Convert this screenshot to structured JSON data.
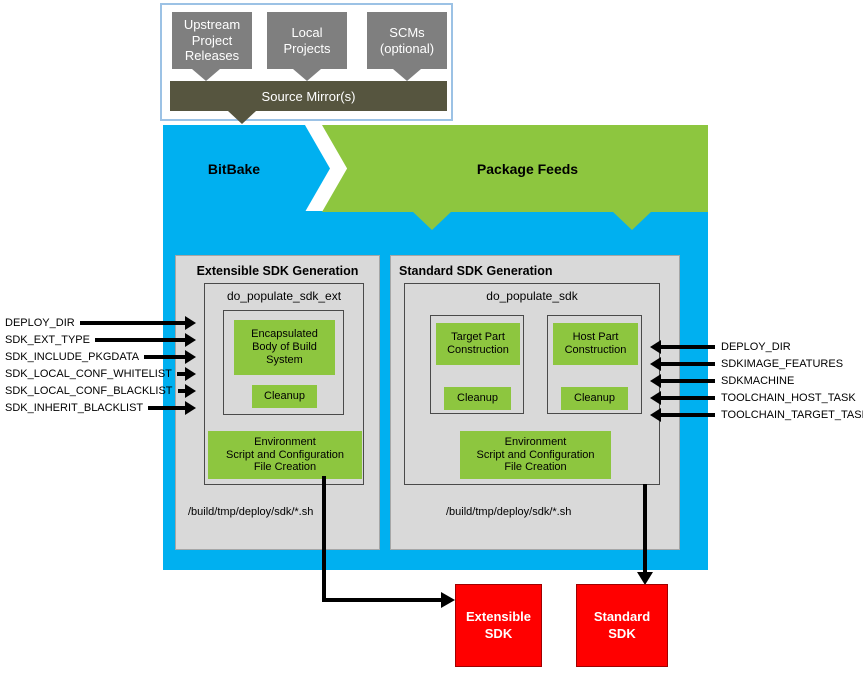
{
  "colors": {
    "blue": "#00B0F0",
    "green": "#8DC63F",
    "gray_source": "#7F7F7F",
    "dark_mirror": "#56553F",
    "panel_gray": "#D9D9D9",
    "red": "#FF0000",
    "container_border": "#9CC2E5"
  },
  "top": {
    "upstream": "Upstream\nProject\nReleases",
    "local": "Local\nProjects",
    "scms": "SCMs\n(optional)",
    "mirror": "Source Mirror(s)"
  },
  "bitbake": {
    "label": "BitBake"
  },
  "package_feeds": {
    "label": "Package Feeds"
  },
  "ext": {
    "title": "Extensible SDK Generation",
    "task": "do_populate_sdk_ext",
    "body": "Encapsulated\nBody of Build\nSystem",
    "cleanup": "Cleanup",
    "env": "Environment\nScript and Configuration\nFile Creation",
    "path": "/build/tmp/deploy/sdk/*.sh"
  },
  "std": {
    "title": "Standard SDK Generation",
    "task": "do_populate_sdk",
    "target": "Target Part\nConstruction",
    "host": "Host Part\nConstruction",
    "cleanup1": "Cleanup",
    "cleanup2": "Cleanup",
    "env": "Environment\nScript and Configuration\nFile Creation",
    "path": "/build/tmp/deploy/sdk/*.sh"
  },
  "left_vars": [
    "DEPLOY_DIR",
    "SDK_EXT_TYPE",
    "SDK_INCLUDE_PKGDATA",
    "SDK_LOCAL_CONF_WHITELIST",
    "SDK_LOCAL_CONF_BLACKLIST",
    "SDK_INHERIT_BLACKLIST"
  ],
  "right_vars": [
    "DEPLOY_DIR",
    "SDKIMAGE_FEATURES",
    "SDKMACHINE",
    "TOOLCHAIN_HOST_TASK",
    "TOOLCHAIN_TARGET_TASK"
  ],
  "outputs": {
    "extensible": "Extensible\nSDK",
    "standard": "Standard\nSDK"
  }
}
